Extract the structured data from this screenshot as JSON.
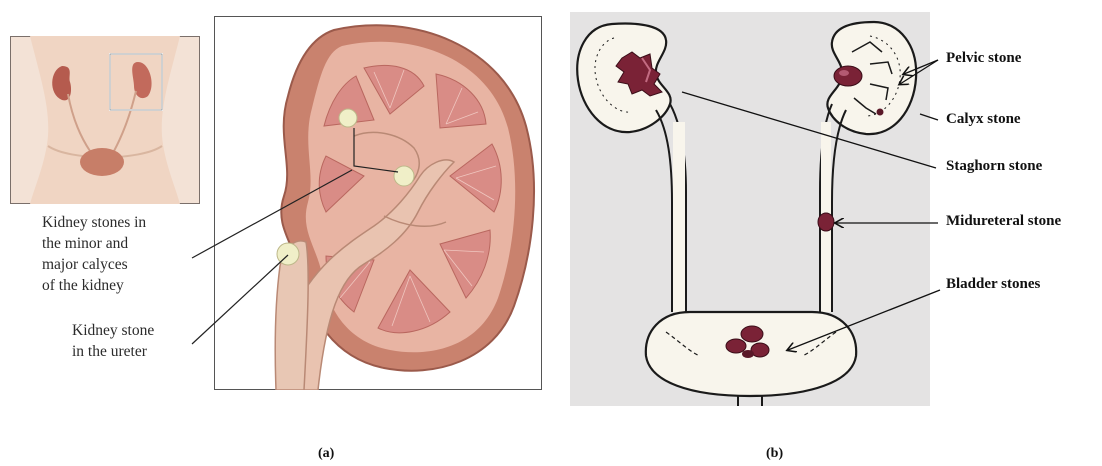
{
  "panel_a": {
    "caption": "(a)",
    "label_calyces": [
      "Kidney stones in",
      "the minor and",
      "major calyces",
      "of the kidney"
    ],
    "label_ureter": [
      "Kidney stone",
      "in the ureter"
    ]
  },
  "panel_b": {
    "caption": "(b)",
    "labels": {
      "pelvic": "Pelvic stone",
      "calyx": "Calyx stone",
      "staghorn": "Staghorn stone",
      "midureteral": "Midureteral stone",
      "bladder": "Bladder stones"
    }
  }
}
